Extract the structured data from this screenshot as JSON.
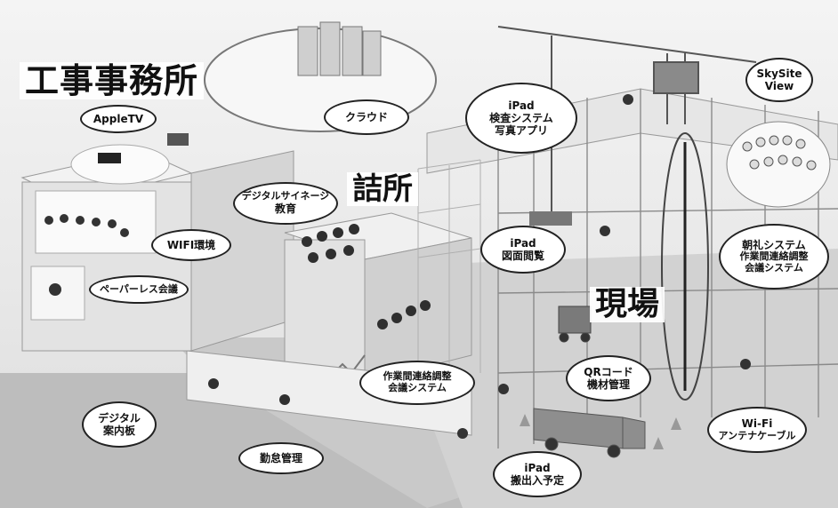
{
  "labels": {
    "office": "工事事務所",
    "station": "詰所",
    "site": "現場"
  },
  "callouts": {
    "appletv": {
      "lines": [
        "AppleTV"
      ]
    },
    "cloud": {
      "lines": [
        "クラウド"
      ]
    },
    "ipad_inspection": {
      "lines": [
        "iPad",
        "検査システム",
        "写真アプリ"
      ]
    },
    "skysite": {
      "lines": [
        "SkySite",
        "View"
      ]
    },
    "signage": {
      "lines": [
        "デジタルサイネージ",
        "教育"
      ]
    },
    "wifi_env": {
      "lines": [
        "WIFI環境"
      ]
    },
    "paperless": {
      "lines": [
        "ペーパーレス会議"
      ]
    },
    "ipad_drawing": {
      "lines": [
        "iPad",
        "図面閲覧"
      ]
    },
    "chorei": {
      "lines": [
        "朝礼システム",
        "作業間連絡調整",
        "会議システム"
      ]
    },
    "coordination": {
      "lines": [
        "作業間連絡調整",
        "会議システム"
      ]
    },
    "qr": {
      "lines": [
        "QRコード",
        "機材管理"
      ]
    },
    "digital_board": {
      "lines": [
        "デジタル",
        "案内板"
      ]
    },
    "attendance": {
      "lines": [
        "勤怠管理"
      ]
    },
    "wifi_antenna": {
      "lines": [
        "Wi-Fi",
        "アンテナケーブル"
      ]
    },
    "ipad_delivery": {
      "lines": [
        "iPad",
        "搬出入予定"
      ]
    }
  }
}
